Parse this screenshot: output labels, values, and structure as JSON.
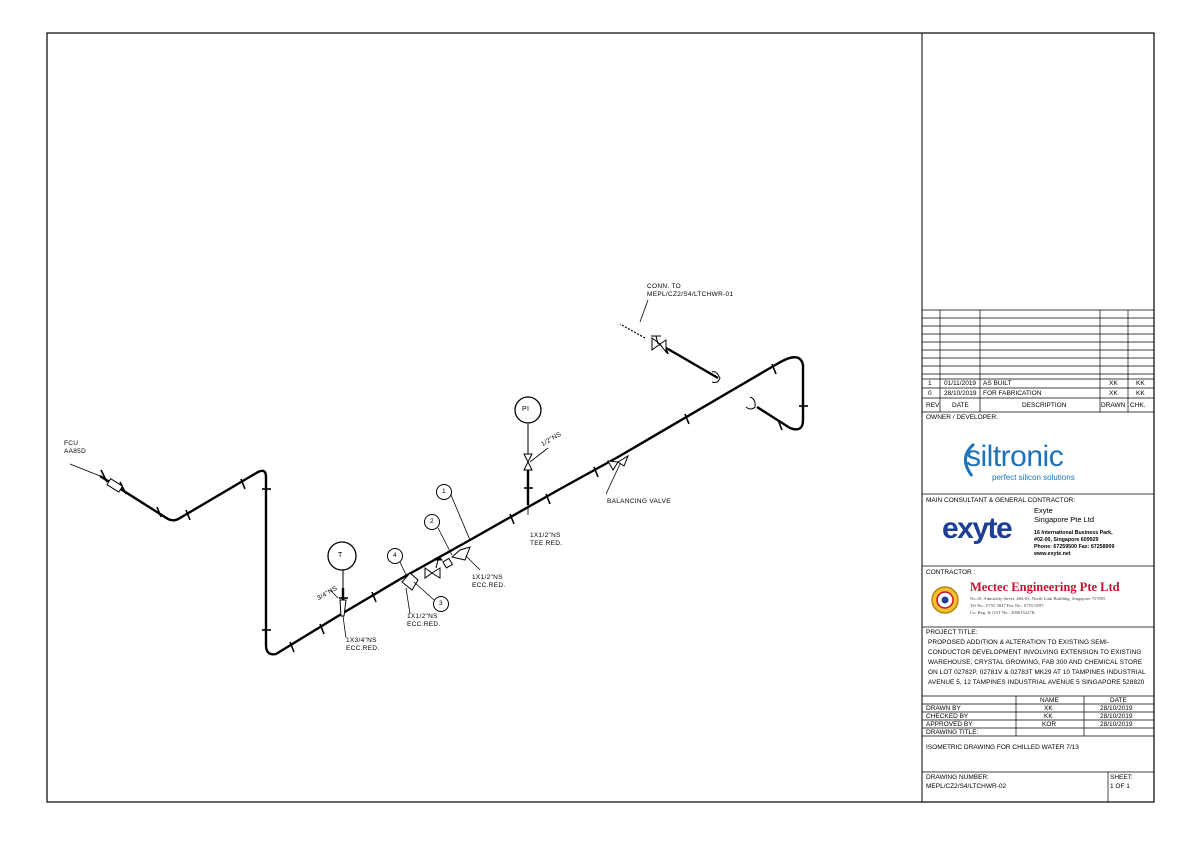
{
  "annotations": {
    "conn_to_1": "CONN. TO",
    "conn_to_2": "MEPL/CZ2/S4/LTCHWR-01",
    "fcu_1": "FCU",
    "fcu_2": "AA85D",
    "pi": "PI",
    "t": "T",
    "half_inch": "1/2\"NS",
    "three_quarter": "3/4\"NS",
    "balancing_valve": "BALANCING VALVE",
    "tee_red_1": "1X1/2\"NS",
    "tee_red_2": "TEE RED.",
    "ecc_red_a1": "1X1/2\"NS",
    "ecc_red_a2": "ECC.RED.",
    "ecc_red_b1": "1X1/2\"NS",
    "ecc_red_b2": "ECC.RED.",
    "ecc_red_c1": "1X3/4\"NS",
    "ecc_red_c2": "ECC.RED.",
    "balloon_1": "1",
    "balloon_2": "2",
    "balloon_3": "3",
    "balloon_4": "4"
  },
  "title_block": {
    "revisions": [
      {
        "rev": "1",
        "date": "01/11/2019",
        "description": "AS BUILT",
        "drawn": "XK",
        "chk": "KK"
      },
      {
        "rev": "0",
        "date": "28/10/2019",
        "description": "FOR FABRICATION",
        "drawn": "XK",
        "chk": "KK"
      }
    ],
    "rev_headers": {
      "rev": "REV",
      "date": "DATE",
      "description": "DESCRIPTION",
      "drawn": "DRAWN",
      "chk": "CHK."
    },
    "owner_label": "OWNER / DEVELOPER:",
    "siltronic_name": "siltronic",
    "siltronic_tagline": "perfect silicon solutions",
    "main_consultant_label": "MAIN CONSULTANT & GENERAL CONTRACTOR:",
    "exyte_logo": "exyte",
    "exyte_name_1": "Exyte",
    "exyte_name_2": "Singapore Pte Ltd",
    "exyte_addr_1": "16 International Business Park,",
    "exyte_addr_2": "#02-00, Singapore 609929",
    "exyte_addr_3": "Phone: 67259500 Fax: 67258909",
    "exyte_addr_4": "www.exyte.net",
    "contractor_label": "CONTRACTOR :",
    "mectec_name": "Mectec Engineering Pte Ltd",
    "mectec_addr_1": "No.10, Admiralty Street, #04-63, North Link Building, Singapore 757695",
    "mectec_addr_2": "Tel No.: 6755 5847    Fax No.: 6755 0597",
    "mectec_addr_3": "Co. Reg. & GST No.: 200615227K",
    "project_label": "PROJECT TITLE:",
    "project_title": "PROPOSED ADDITION & ALTERATION TO EXISTING SEMI-CONDUCTOR DEVELOPMENT INVOLVING EXTENSION TO EXISTING WAREHOUSE, CRYSTAL GROWING, FAB 300 AND CHEMICAL STORE ON LOT 02782P, 02781V & 02783T MK29 AT 10 TAMPINES INDUSTRIAL AVENUE 5, 12 TAMPINES INDUSTRIAL AVENUE 5 SINGAPORE 528820",
    "sign_headers": {
      "name": "NAME",
      "date": "DATE"
    },
    "signatures": [
      {
        "role": "DRAWN BY",
        "name": "XK",
        "date": "28/10/2019"
      },
      {
        "role": "CHECKED BY",
        "name": "KK",
        "date": "28/10/2019"
      },
      {
        "role": "APPROVED BY",
        "name": "KOR",
        "date": "28/10/2019"
      }
    ],
    "drawing_title_label": "DRAWING TITLE:",
    "drawing_title": "ISOMETRIC DRAWING FOR CHILLED WATER 7/13",
    "drawing_number_label": "DRAWING NUMBER:",
    "drawing_number": "MEPL/CZ2/S4/LTCHWR-02",
    "sheet_label": "SHEET:",
    "sheet_value": "1 OF 1"
  },
  "colors": {
    "line": "#000000",
    "siltronic": "#1e73b8",
    "exyte": "#1f3f94",
    "mectec": "#c8102e"
  }
}
